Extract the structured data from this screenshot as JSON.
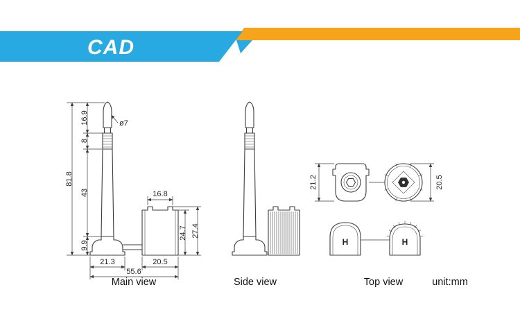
{
  "header": {
    "title": "CAD"
  },
  "colors": {
    "banner_blue": "#29a9e1",
    "banner_yellow": "#f7a41d"
  },
  "main_view": {
    "label": "Main view",
    "dim_overall_height": "81.8",
    "dim_tip_height": "16.9",
    "dim_neck_height": "8",
    "dim_shaft_height": "43",
    "dim_base_height": "9.9",
    "dim_tip_diameter": "ø7",
    "dim_bolt_width": "21.3",
    "dim_barrel_width": "20.5",
    "dim_total_width": "55.6",
    "dim_barrel_top_width": "16.8",
    "dim_barrel_inner_height": "24.7",
    "dim_barrel_height": "27.4"
  },
  "side_view": {
    "label": "Side view"
  },
  "top_view": {
    "label": "Top view",
    "unit_label": "unit:mm",
    "dim_bolt_head_height": "21.2",
    "dim_barrel_height": "20.5",
    "marking_left": "H",
    "marking_right": "H"
  }
}
